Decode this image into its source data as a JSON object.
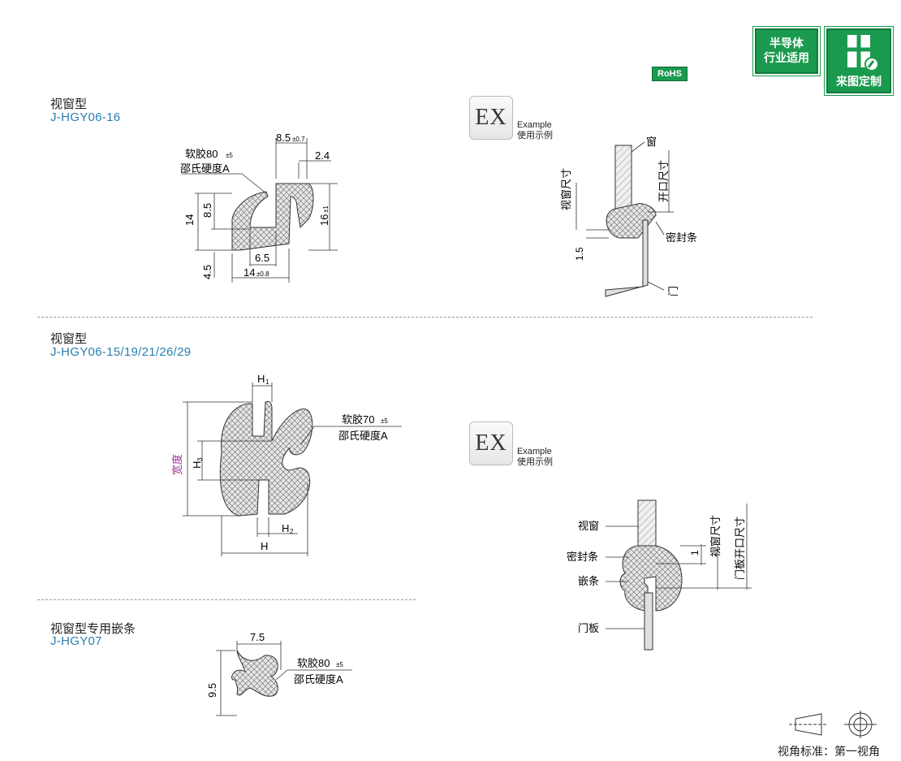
{
  "badges": {
    "semiconductor": {
      "line1": "半导体",
      "line2": "行业适用"
    },
    "custom": {
      "label": "来图定制"
    },
    "rohs": "RoHS"
  },
  "sections": [
    {
      "title": "视窗型",
      "code": "J-HGY06-16",
      "material": {
        "line1": "软胶80",
        "tol": "±5",
        "line2": "邵氏硬度A"
      },
      "dims": {
        "top_width": "8.5",
        "top_width_tol": "±0.7",
        "lip": "2.4",
        "height_left": "14",
        "inner": "8.5",
        "height_right": "16",
        "height_right_tol": "±1",
        "slot": "6.5",
        "bottom": "14",
        "bottom_tol": "±0.8",
        "base": "4.5"
      },
      "example": {
        "label": "EX",
        "cap1": "Example",
        "cap2": "使用示例",
        "window": "窗",
        "opening": "开口尺寸",
        "window_size": "视窗尺寸",
        "seal": "密封条",
        "door": "门",
        "gap": "1.5"
      }
    },
    {
      "title": "视窗型",
      "code": "J-HGY06-15/19/21/26/29",
      "material": {
        "line1": "软胶70",
        "tol": "±5",
        "line2": "邵氏硬度A"
      },
      "dims": {
        "h1": "H",
        "h1_sub": "1",
        "h3": "H",
        "h3_sub": "3",
        "width": "宽度",
        "h2": "H",
        "h2_sub": "2",
        "h": "H"
      },
      "example": {
        "label": "EX",
        "cap1": "Example",
        "cap2": "使用示例",
        "window": "视窗",
        "seal": "密封条",
        "insert": "嵌条",
        "door_panel": "门板",
        "window_size": "视窗尺寸",
        "panel_opening": "门板开口尺寸",
        "gap": "1"
      }
    },
    {
      "title": "视窗型专用嵌条",
      "code": "J-HGY07",
      "material": {
        "line1": "软胶80",
        "tol": "±5",
        "line2": "邵氏硬度A"
      },
      "dims": {
        "width": "7.5",
        "height": "9.5"
      }
    }
  ],
  "view_standard": "视角标准：第一视角",
  "colors": {
    "accent": "#1a9a4e",
    "code": "#2a7fb0",
    "width_label": "#a0339a"
  }
}
